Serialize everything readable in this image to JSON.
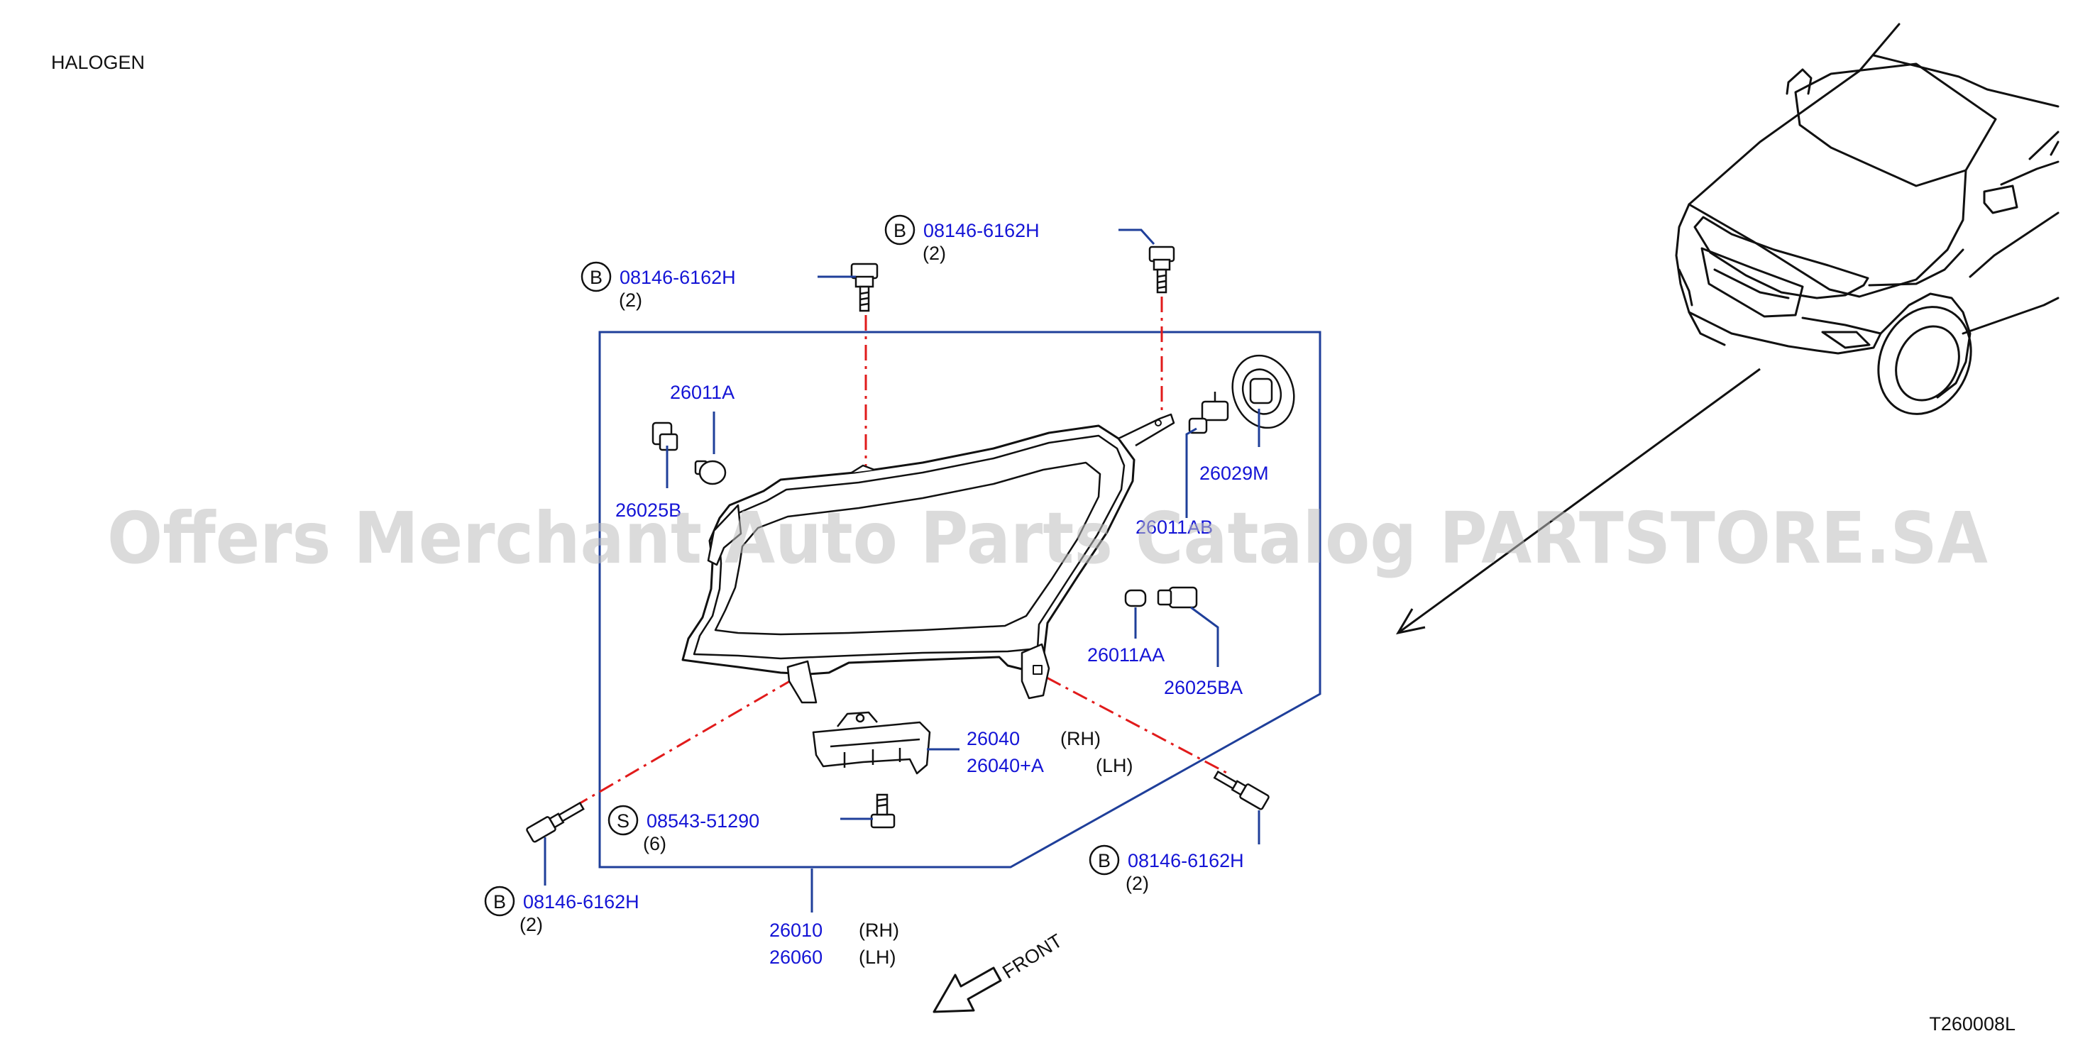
{
  "header": {
    "title": "HALOGEN"
  },
  "diagram_code": "T260008L",
  "watermark": "Offers Merchant Auto Parts Catalog PARTSTORE.SA",
  "front_label": "FRONT",
  "colors": {
    "part_number": "#1414d6",
    "leader": "#1f3f9a",
    "centerline": "#e11b1b",
    "outline": "#111111"
  },
  "callouts": [
    {
      "id": "bolt-top-left",
      "marker": "B",
      "part": "08146-6162H",
      "qty": "(2)"
    },
    {
      "id": "bolt-top-right",
      "marker": "B",
      "part": "08146-6162H",
      "qty": "(2)"
    },
    {
      "id": "bulb-26011a",
      "part": "26011A"
    },
    {
      "id": "socket-26025b",
      "part": "26025B"
    },
    {
      "id": "cap-26029m",
      "part": "26029M"
    },
    {
      "id": "bulb-26011ab",
      "part": "26011AB"
    },
    {
      "id": "bulb-26011aa",
      "part": "26011AA"
    },
    {
      "id": "socket-26025ba",
      "part": "26025BA"
    },
    {
      "id": "bracket-26040",
      "part": "26040",
      "side": "(RH)",
      "part2": "26040+A",
      "side2": "(LH)"
    },
    {
      "id": "screw-s",
      "marker": "S",
      "part": "08543-51290",
      "qty": "(6)"
    },
    {
      "id": "bolt-bottom-right",
      "marker": "B",
      "part": "08146-6162H",
      "qty": "(2)"
    },
    {
      "id": "bolt-bottom-left",
      "marker": "B",
      "part": "08146-6162H",
      "qty": "(2)"
    },
    {
      "id": "headlamp-assy",
      "part": "26010",
      "side": "(RH)",
      "part2": "26060",
      "side2": "(LH)"
    }
  ]
}
